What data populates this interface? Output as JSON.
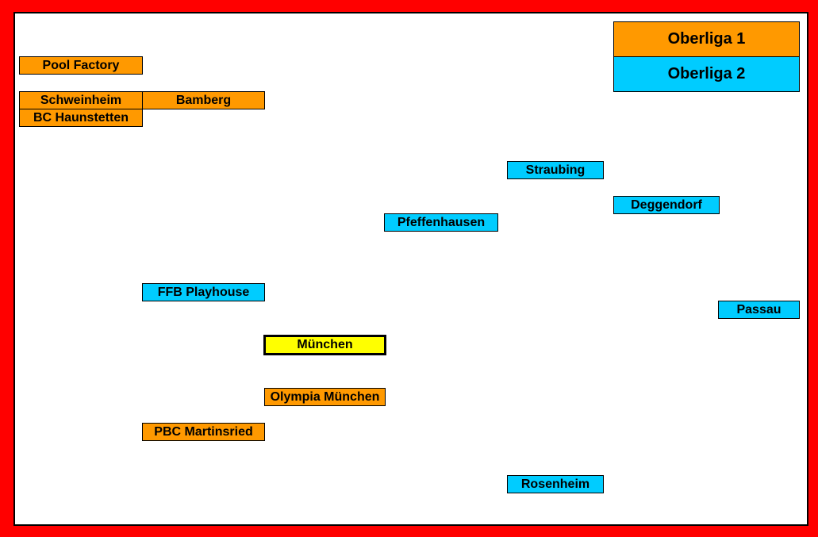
{
  "legend": {
    "oberliga1": "Oberliga 1",
    "oberliga2": "Oberliga 2"
  },
  "clubs": {
    "pool_factory": "Pool Factory",
    "schweinheim": "Schweinheim",
    "bamberg": "Bamberg",
    "bc_haunstetten": "BC Haunstetten",
    "straubing": "Straubing",
    "deggendorf": "Deggendorf",
    "pfeffenhausen": "Pfeffenhausen",
    "ffb_playhouse": "FFB Playhouse",
    "passau": "Passau",
    "muenchen": "München",
    "olympia_muenchen": "Olympia München",
    "pbc_martinsried": "PBC Martinsried",
    "rosenheim": "Rosenheim"
  },
  "colors": {
    "oberliga1": "#ff9900",
    "oberliga2": "#00ccff",
    "city": "#ffff00",
    "frame": "#ff0000"
  }
}
